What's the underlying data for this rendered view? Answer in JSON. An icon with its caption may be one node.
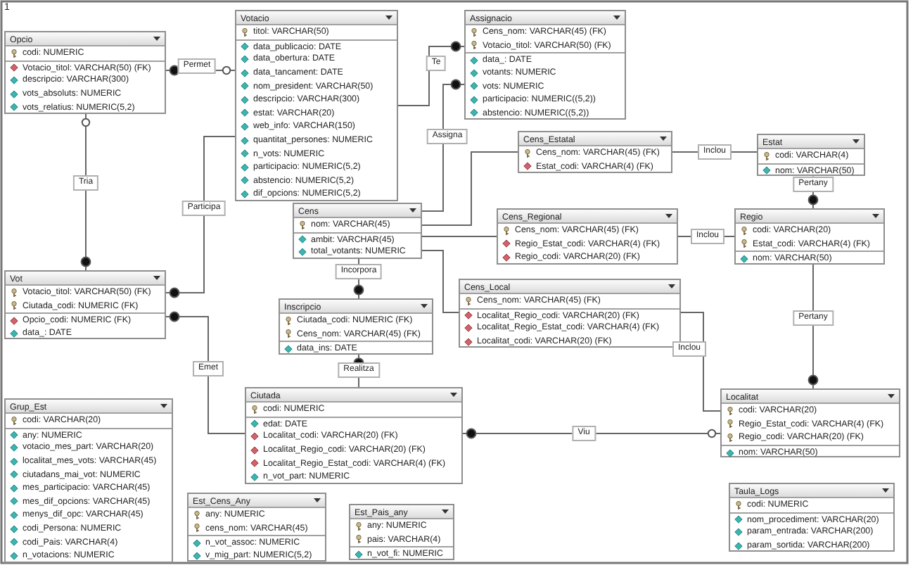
{
  "diagram": {
    "nodes": [
      {
        "text": [
          "Opcio",
          "codi: NUMERIC",
          "Votacio_titol: VARCHAR(50) (FK)",
          "descripcio: VARCHAR(300)",
          "vots_absoluts: NUMERIC",
          "vots_relatius: NUMERIC(5,2)"
        ]
      },
      {
        "text": [
          "Votacio",
          "titol: VARCHAR(50)",
          "data_publicacio: DATE",
          "data_obertura: DATE",
          "data_tancament: DATE",
          "nom_president: VARCHAR(50)",
          "descripcio: VARCHAR(300)",
          "estat: VARCHAR(20)",
          "web_info: VARCHAR(150)",
          "quantitat_persones: NUMERIC",
          "n_vots: NUMERIC",
          "participacio: NUMERIC(5,2)",
          "abstencio: NUMERIC(5,2)",
          "dif_opcions: NUMERIC(5,2)"
        ]
      },
      {
        "text": [
          "Assignacio",
          "Cens_nom: VARCHAR(45) (FK)",
          "Votacio_titol: VARCHAR(50) (FK)",
          "data_: DATE",
          "votants: NUMERIC",
          "vots: NUMERIC",
          "participacio: NUMERIC((5,2))",
          "abstencio: NUMERIC((5,2))"
        ]
      },
      {
        "text": [
          "Cens",
          "nom: VARCHAR(45)",
          "ambit: VARCHAR(45)",
          "total_votants: NUMERIC"
        ]
      },
      {
        "text": [
          "Cens_Estatal",
          "Cens_nom: VARCHAR(45) (FK)",
          "Estat_codi: VARCHAR(4) (FK)"
        ]
      },
      {
        "text": [
          "Estat",
          "codi: VARCHAR(4)",
          "nom: VARCHAR(50)"
        ]
      },
      {
        "text": [
          "Cens_Regional",
          "Cens_nom: VARCHAR(45) (FK)",
          "Regio_Estat_codi: VARCHAR(4) (FK)",
          "Regio_codi: VARCHAR(20) (FK)"
        ]
      },
      {
        "text": [
          "Regio",
          "codi: VARCHAR(20)",
          "Estat_codi: VARCHAR(4) (FK)",
          "nom: VARCHAR(50)"
        ]
      },
      {
        "text": [
          "Vot",
          "Votacio_titol: VARCHAR(50) (FK)",
          "Ciutada_codi: NUMERIC (FK)",
          "Opcio_codi: NUMERIC (FK)",
          "data_: DATE"
        ]
      },
      {
        "text": [
          "Inscripcio",
          "Ciutada_codi: NUMERIC (FK)",
          "Cens_nom: VARCHAR(45) (FK)",
          "data_ins: DATE"
        ]
      },
      {
        "text": [
          "Cens_Local",
          "Cens_nom: VARCHAR(45) (FK)",
          "Localitat_Regio_codi: VARCHAR(20) (FK)",
          "Localitat_Regio_Estat_codi: VARCHAR(4) (FK)",
          "Localitat_codi: VARCHAR(20) (FK)"
        ]
      },
      {
        "text": [
          "Grup_Est",
          "codi: VARCHAR(20)",
          "any: NUMERIC",
          "votacio_mes_part: VARCHAR(20)",
          "localitat_mes_vots: VARCHAR(45)",
          "ciutadans_mai_vot: NUMERIC",
          "mes_participacio: VARCHAR(45)",
          "mes_dif_opcions: VARCHAR(45)",
          "menys_dif_opc: VARCHAR(45)",
          "codi_Persona: NUMERIC",
          "codi_Pais: VARCHAR(4)",
          "n_votacions: NUMERIC"
        ]
      },
      {
        "text": [
          "Ciutada",
          "codi: NUMERIC",
          "edat: DATE",
          "Localitat_codi: VARCHAR(20) (FK)",
          "Localitat_Regio_codi: VARCHAR(20) (FK)",
          "Localitat_Regio_Estat_codi: VARCHAR(4) (FK)",
          "n_vot_part: NUMERIC"
        ]
      },
      {
        "text": [
          "Localitat",
          "codi: VARCHAR(20)",
          "Regio_Estat_codi: VARCHAR(4) (FK)",
          "Regio_codi: VARCHAR(20) (FK)",
          "nom: VARCHAR(50)"
        ]
      },
      {
        "text": [
          "Est_Cens_Any",
          "any: NUMERIC",
          "cens_nom: VARCHAR(45)",
          "n_vot_assoc: NUMERIC",
          "v_mig_part: NUMERIC(5,2)"
        ]
      },
      {
        "text": [
          "Est_Pais_any",
          "any: NUMERIC",
          "pais: VARCHAR(4)",
          "n_vot_fi: NUMERIC"
        ]
      },
      {
        "text": [
          "Taula_Logs",
          "codi: NUMERIC",
          "nom_procediment: VARCHAR(20)",
          "param_entrada: VARCHAR(200)",
          "param_sortida: VARCHAR(200)"
        ]
      }
    ],
    "edges": [
      {
        "from": 0,
        "to": 1,
        "arrow": "other",
        "label": "Permet"
      },
      {
        "from": 1,
        "to": 2,
        "arrow": "other",
        "label": "Te"
      },
      {
        "from": 3,
        "to": 2,
        "arrow": "other",
        "label": "Assigna"
      },
      {
        "from": 0,
        "to": 8,
        "arrow": "other",
        "label": "Tria"
      },
      {
        "from": 1,
        "to": 8,
        "arrow": "other",
        "label": "Participa"
      },
      {
        "from": 3,
        "to": 4,
        "arrow": "none"
      },
      {
        "from": 3,
        "to": 6,
        "arrow": "none"
      },
      {
        "from": 3,
        "to": 10,
        "arrow": "none"
      },
      {
        "from": 3,
        "to": 9,
        "arrow": "other",
        "label": "Incorpora"
      },
      {
        "from": 9,
        "to": 12,
        "arrow": "other",
        "label": "Realitza"
      },
      {
        "from": 8,
        "to": 12,
        "arrow": "other",
        "label": "Emet"
      },
      {
        "from": 12,
        "to": 13,
        "arrow": "other",
        "label": "Viu"
      },
      {
        "from": 4,
        "to": 5,
        "arrow": "none",
        "label": "Inclou"
      },
      {
        "from": 6,
        "to": 7,
        "arrow": "none",
        "label": "Inclou"
      },
      {
        "from": 10,
        "to": 13,
        "arrow": "none",
        "label": "Inclou"
      },
      {
        "from": 5,
        "to": 7,
        "arrow": "other",
        "label": "Pertany"
      },
      {
        "from": 7,
        "to": 13,
        "arrow": "other",
        "label": "Pertany"
      }
    ],
    "labels": [
      "1"
    ]
  }
}
